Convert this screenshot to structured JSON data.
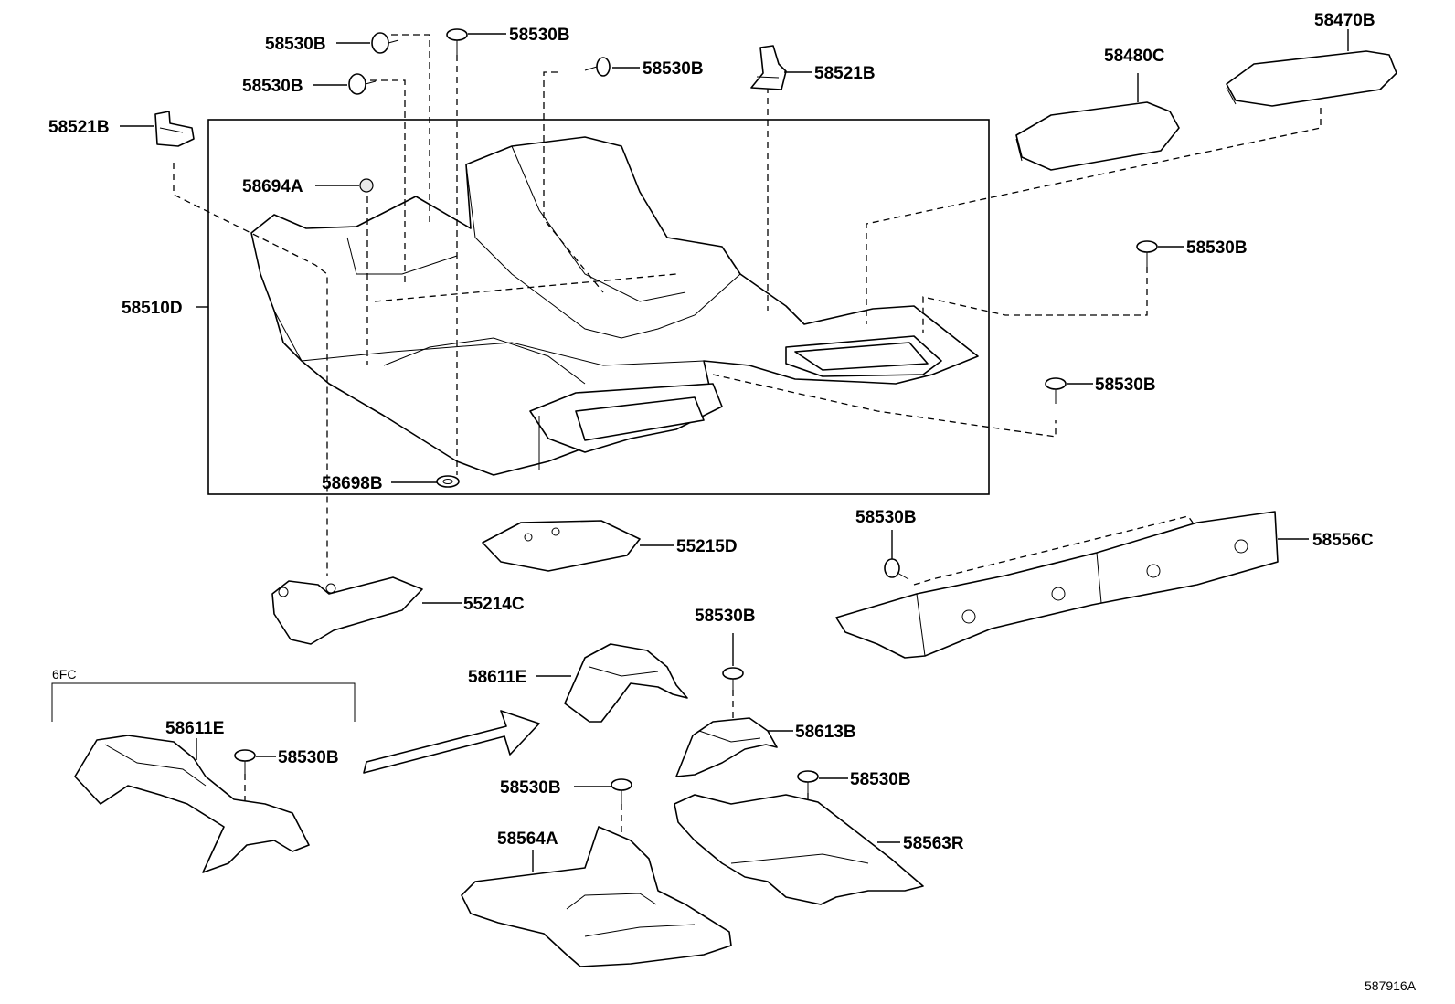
{
  "labels": {
    "p58530B_a": "58530B",
    "p58530B_b": "58530B",
    "p58530B_c": "58530B",
    "p58530B_d": "58530B",
    "p58521B_a": "58521B",
    "p58521B_b": "58521B",
    "p58480C": "58480C",
    "p58470B": "58470B",
    "p58694A": "58694A",
    "p58510D": "58510D",
    "p58530B_e": "58530B",
    "p58530B_f": "58530B",
    "p58698B": "58698B",
    "p58530B_g": "58530B",
    "p55215D": "55215D",
    "p58556C": "58556C",
    "p55214C": "55214C",
    "p58530B_h": "58530B",
    "p6FC": "6FC",
    "p58611E_a": "58611E",
    "p58611E_b": "58611E",
    "p58530B_i": "58530B",
    "p58613B": "58613B",
    "p58530B_j": "58530B",
    "p58530B_k": "58530B",
    "p58564A": "58564A",
    "p58563R": "58563R",
    "figure_id": "587916A"
  }
}
